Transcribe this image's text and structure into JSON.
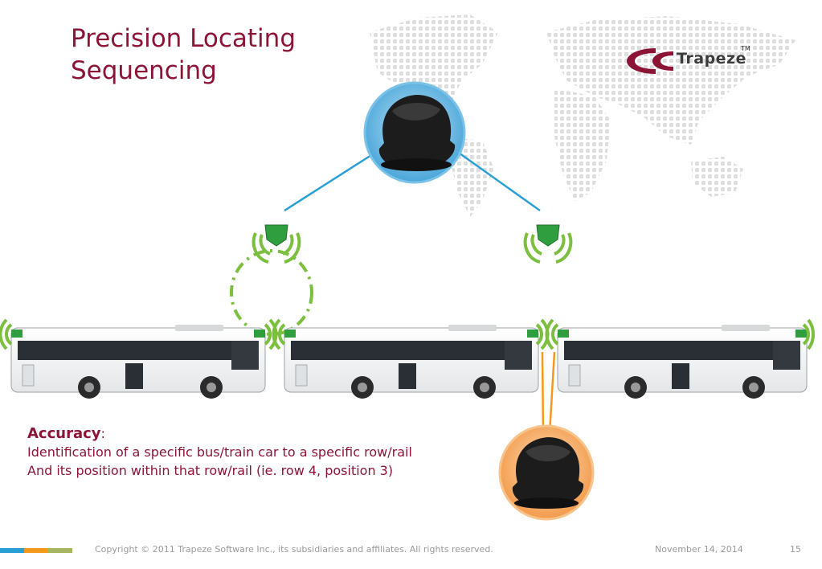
{
  "slide": {
    "title_line1": "Precision Locating",
    "title_line2": "Sequencing"
  },
  "brand": {
    "name": "Trapeze",
    "trademark": "TM",
    "icon": "trapeze-swoosh-logo"
  },
  "accuracy": {
    "heading": "Accuracy",
    "colon": ":",
    "line1": "Identification of a specific bus/train car to a specific row/rail",
    "line2": "And its position within that row/rail (ie. row 4, position 3)"
  },
  "footer": {
    "copyright": "Copyright © 2011 Trapeze Software Inc., its subsidiaries and affiliates. All rights reserved.",
    "date": "November 14, 2014",
    "page": "15"
  },
  "colors": {
    "title": "#8c1436",
    "reader_blue": "#3aa0d8",
    "reader_orange": "#f5a55a",
    "tag_green": "#2e9e3e",
    "signal_green": "#7cbf3f",
    "map_dots": "#dcdcdc"
  }
}
